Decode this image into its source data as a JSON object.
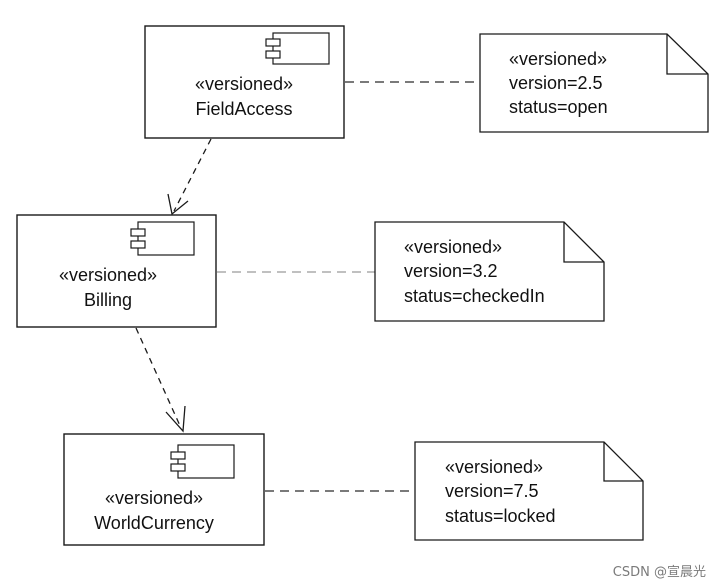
{
  "components": {
    "field_access": {
      "stereotype": "«versioned»",
      "name": "FieldAccess"
    },
    "billing": {
      "stereotype": "«versioned»",
      "name": "Billing"
    },
    "world_currency": {
      "stereotype": "«versioned»",
      "name": "WorldCurrency"
    }
  },
  "notes": {
    "field_access": {
      "stereotype": "«versioned»",
      "version": "version=2.5",
      "status": "status=open"
    },
    "billing": {
      "stereotype": "«versioned»",
      "version": "version=3.2",
      "status": "status=checkedIn"
    },
    "world_currency": {
      "stereotype": "«versioned»",
      "version": "version=7.5",
      "status": "status=locked"
    }
  },
  "watermark": "CSDN @宣晨光"
}
